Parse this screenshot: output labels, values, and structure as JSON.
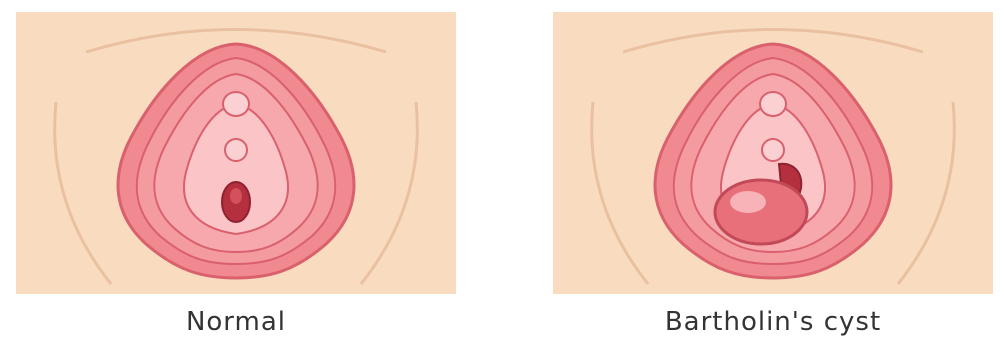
{
  "panels": [
    {
      "id": "normal",
      "caption": "Normal"
    },
    {
      "id": "cyst",
      "caption": "Bartholin's cyst"
    }
  ],
  "colors": {
    "background_skin": "#f9dcc0",
    "skin_line": "#e9c0a0",
    "outer_labia": "#f08a90",
    "outer_labia_dark": "#d9606c",
    "inner_labia": "#f7a8ad",
    "inner_labia_light": "#fbc4c6",
    "opening": "#b5303e",
    "cyst": "#e8707a",
    "cyst_highlight": "#f7b3b8",
    "caption_text": "#333333"
  }
}
